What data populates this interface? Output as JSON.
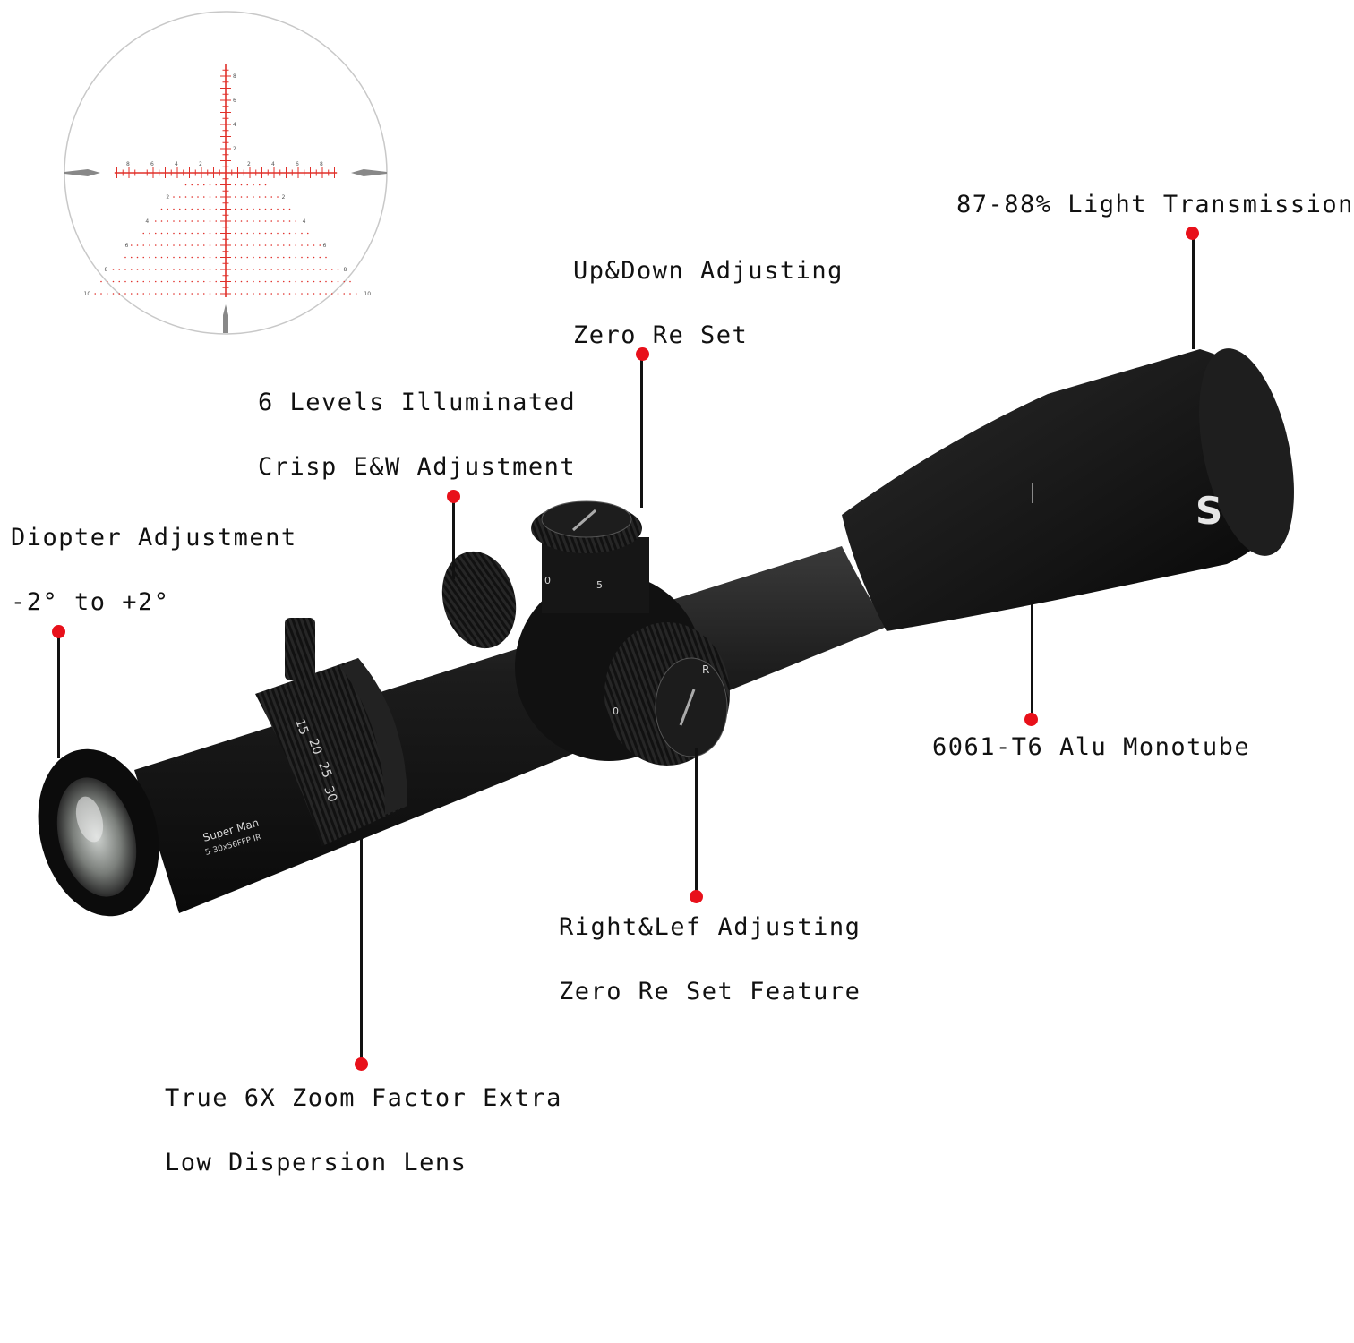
{
  "colors": {
    "accent_dot": "#e8101a",
    "reticle": "#e0302a",
    "scope_body": "#141414",
    "background": "#ffffff"
  },
  "reticle": {
    "horizontal_numbers": [
      "8",
      "6",
      "4",
      "2",
      "2",
      "4",
      "6",
      "8"
    ],
    "vertical_numbers_up": [
      "8",
      "6",
      "4",
      "2"
    ],
    "tree_numbers": [
      "2",
      "4",
      "6",
      "8",
      "10"
    ]
  },
  "scope_markings": {
    "model": "Super Man",
    "spec": "5-30x56FFP IR",
    "zoom_numbers": [
      "15",
      "20",
      "25",
      "30"
    ],
    "elevation_turret_numbers": [
      "0",
      "5"
    ],
    "windage_turret_letter": "R",
    "windage_turret_zero": "0",
    "brand_logo": "S"
  },
  "callouts": {
    "light_transmission": {
      "line1": "87-88% Light Transmission"
    },
    "elevation": {
      "line1": "Up&Down Adjusting",
      "line2": "Zero Re Set"
    },
    "illumination": {
      "line1": "6 Levels Illuminated",
      "line2": "Crisp E&W Adjustment"
    },
    "diopter": {
      "line1": "Diopter Adjustment",
      "line2": "-2°  to +2°"
    },
    "monotube": {
      "line1": "6061-T6 Alu Monotube"
    },
    "windage": {
      "line1": "Right&Lef Adjusting",
      "line2": "Zero Re Set Feature"
    },
    "zoom": {
      "line1": "True 6X Zoom Factor Extra",
      "line2": "Low Dispersion Lens"
    }
  }
}
